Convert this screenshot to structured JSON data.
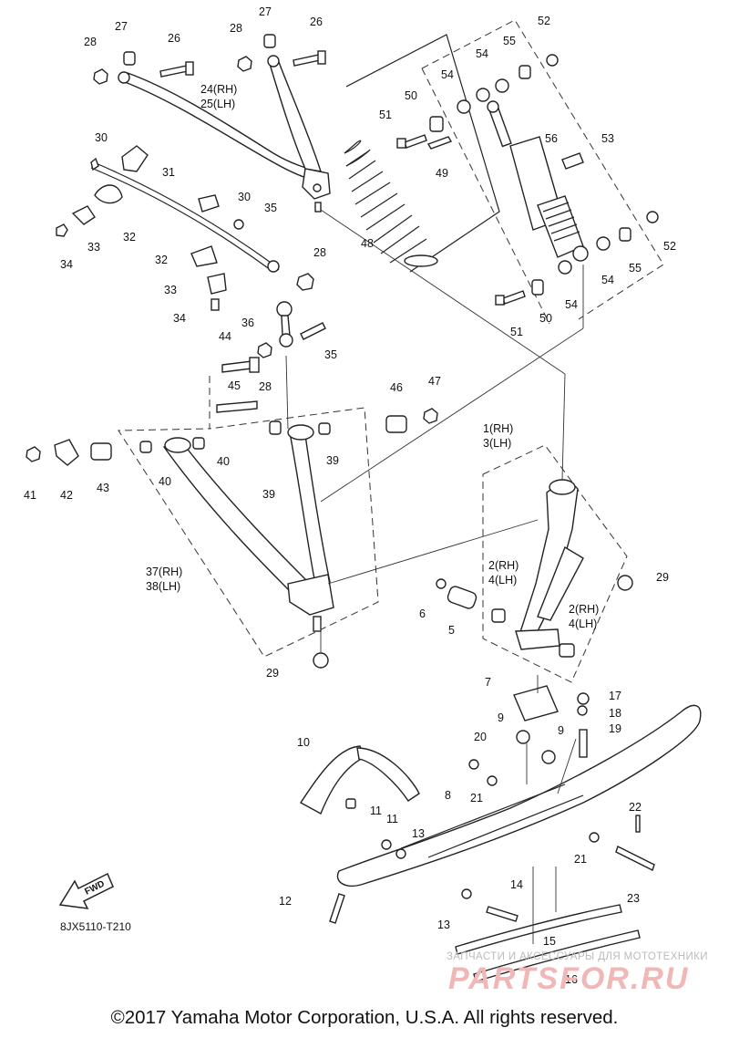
{
  "diagram": {
    "code": "8JX5110-T210",
    "fwd_label": "FWD",
    "copyright": "©2017 Yamaha Motor Corporation, U.S.A. All rights reserved.",
    "watermark_small": "ЗАПЧАСТИ И АКСЕССУАРЫ ДЛЯ МОТОТЕХНИКИ",
    "watermark_logo": "PARTSFOR.RU"
  },
  "callouts": [
    {
      "id": "c1",
      "text": "1(RH)"
    },
    {
      "id": "c2",
      "text": "3(LH)"
    },
    {
      "id": "c3",
      "text": "2(RH)"
    },
    {
      "id": "c4",
      "text": "4(LH)"
    },
    {
      "id": "c5",
      "text": "2(RH)"
    },
    {
      "id": "c6",
      "text": "4(LH)"
    },
    {
      "id": "c7",
      "text": "5"
    },
    {
      "id": "c8",
      "text": "6"
    },
    {
      "id": "c9",
      "text": "7"
    },
    {
      "id": "c10",
      "text": "8"
    },
    {
      "id": "c11",
      "text": "9"
    },
    {
      "id": "c12",
      "text": "9"
    },
    {
      "id": "c13",
      "text": "10"
    },
    {
      "id": "c14",
      "text": "11"
    },
    {
      "id": "c15",
      "text": "11"
    },
    {
      "id": "c16",
      "text": "12"
    },
    {
      "id": "c17",
      "text": "13"
    },
    {
      "id": "c18",
      "text": "13"
    },
    {
      "id": "c19",
      "text": "14"
    },
    {
      "id": "c20",
      "text": "15"
    },
    {
      "id": "c21",
      "text": "16"
    },
    {
      "id": "c22",
      "text": "17"
    },
    {
      "id": "c23",
      "text": "18"
    },
    {
      "id": "c24",
      "text": "19"
    },
    {
      "id": "c25",
      "text": "20"
    },
    {
      "id": "c26",
      "text": "21"
    },
    {
      "id": "c27",
      "text": "21"
    },
    {
      "id": "c28",
      "text": "22"
    },
    {
      "id": "c29",
      "text": "23"
    },
    {
      "id": "c30",
      "text": "24(RH)"
    },
    {
      "id": "c31",
      "text": "25(LH)"
    },
    {
      "id": "c32",
      "text": "26"
    },
    {
      "id": "c33",
      "text": "26"
    },
    {
      "id": "c34",
      "text": "27"
    },
    {
      "id": "c35",
      "text": "27"
    },
    {
      "id": "c36",
      "text": "28"
    },
    {
      "id": "c37",
      "text": "28"
    },
    {
      "id": "c38",
      "text": "28"
    },
    {
      "id": "c39",
      "text": "28"
    },
    {
      "id": "c40",
      "text": "29"
    },
    {
      "id": "c41",
      "text": "29"
    },
    {
      "id": "c42",
      "text": "30"
    },
    {
      "id": "c43",
      "text": "30"
    },
    {
      "id": "c44",
      "text": "31"
    },
    {
      "id": "c45",
      "text": "32"
    },
    {
      "id": "c46",
      "text": "32"
    },
    {
      "id": "c47",
      "text": "33"
    },
    {
      "id": "c48",
      "text": "33"
    },
    {
      "id": "c49",
      "text": "34"
    },
    {
      "id": "c50",
      "text": "34"
    },
    {
      "id": "c51",
      "text": "35"
    },
    {
      "id": "c52",
      "text": "35"
    },
    {
      "id": "c53",
      "text": "36"
    },
    {
      "id": "c54",
      "text": "37(RH)"
    },
    {
      "id": "c55",
      "text": "38(LH)"
    },
    {
      "id": "c56",
      "text": "39"
    },
    {
      "id": "c57",
      "text": "39"
    },
    {
      "id": "c58",
      "text": "40"
    },
    {
      "id": "c59",
      "text": "40"
    },
    {
      "id": "c60",
      "text": "41"
    },
    {
      "id": "c61",
      "text": "42"
    },
    {
      "id": "c62",
      "text": "43"
    },
    {
      "id": "c63",
      "text": "44"
    },
    {
      "id": "c64",
      "text": "45"
    },
    {
      "id": "c65",
      "text": "46"
    },
    {
      "id": "c66",
      "text": "47"
    },
    {
      "id": "c67",
      "text": "48"
    },
    {
      "id": "c68",
      "text": "49"
    },
    {
      "id": "c69",
      "text": "50"
    },
    {
      "id": "c70",
      "text": "50"
    },
    {
      "id": "c71",
      "text": "51"
    },
    {
      "id": "c72",
      "text": "51"
    },
    {
      "id": "c73",
      "text": "52"
    },
    {
      "id": "c74",
      "text": "52"
    },
    {
      "id": "c75",
      "text": "53"
    },
    {
      "id": "c76",
      "text": "54"
    },
    {
      "id": "c77",
      "text": "54"
    },
    {
      "id": "c78",
      "text": "54"
    },
    {
      "id": "c79",
      "text": "54"
    },
    {
      "id": "c80",
      "text": "55"
    },
    {
      "id": "c81",
      "text": "55"
    },
    {
      "id": "c82",
      "text": "56"
    }
  ]
}
